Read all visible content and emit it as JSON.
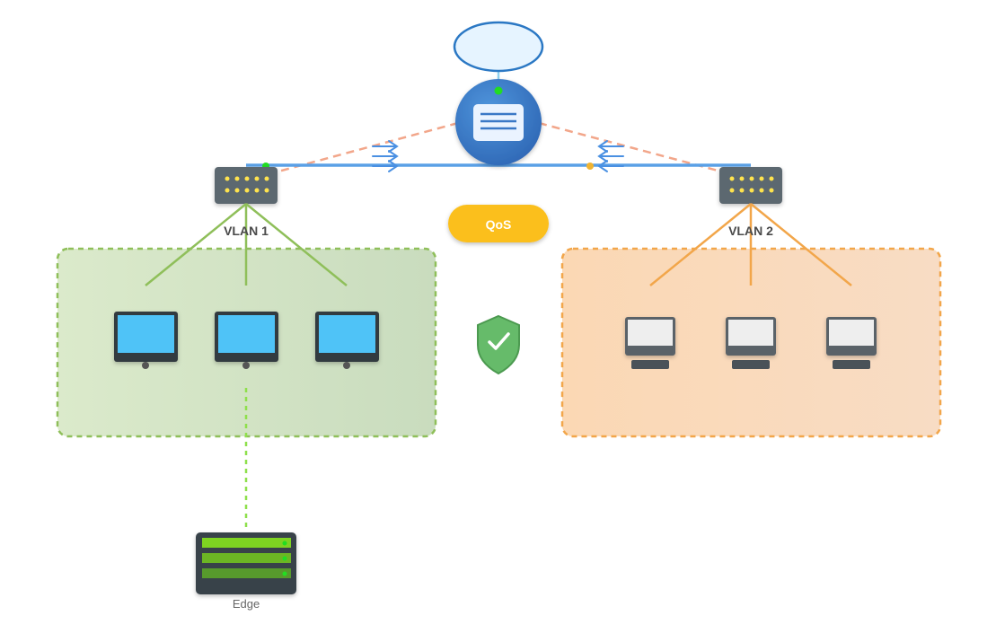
{
  "labels": {
    "qos": "QoS",
    "vlan1": "VLAN 1",
    "vlan2": "VLAN 2",
    "edge": "Edge"
  },
  "nodes": {
    "cloud": {
      "icon": "cloud-icon"
    },
    "router": {
      "icon": "router-icon",
      "status_color": "#22dd22"
    },
    "switch_left": {
      "icon": "switch-icon"
    },
    "switch_right": {
      "icon": "switch-icon"
    },
    "shield": {
      "icon": "shield-check-icon"
    },
    "edge_server": {
      "icon": "server-rack-icon"
    },
    "vlan1_hosts": {
      "icon": "monitor-icon",
      "count": 3
    },
    "vlan2_hosts": {
      "icon": "laptop-icon",
      "count": 3
    }
  },
  "colors": {
    "router_blue": "#3a78c6",
    "cloud_stroke": "#2b78c4",
    "cloud_fill": "#e6f4ff",
    "trunk_blue": "#5aa0e6",
    "uplink_dashed": "#f2a68a",
    "vlan1_green": "#8fbf5a",
    "vlan1_zone_fill": "#d6e7c8",
    "vlan2_orange": "#f2a64a",
    "vlan2_zone_fill": "#fbdcbf",
    "qos_yellow": "#fbbf1a",
    "switch_gray": "#5b6770",
    "port_yellow": "#ffe34d",
    "monitor_screen": "#4fc3f7",
    "shield_green": "#66bb6a",
    "edge_link_green": "#8ee04a"
  }
}
